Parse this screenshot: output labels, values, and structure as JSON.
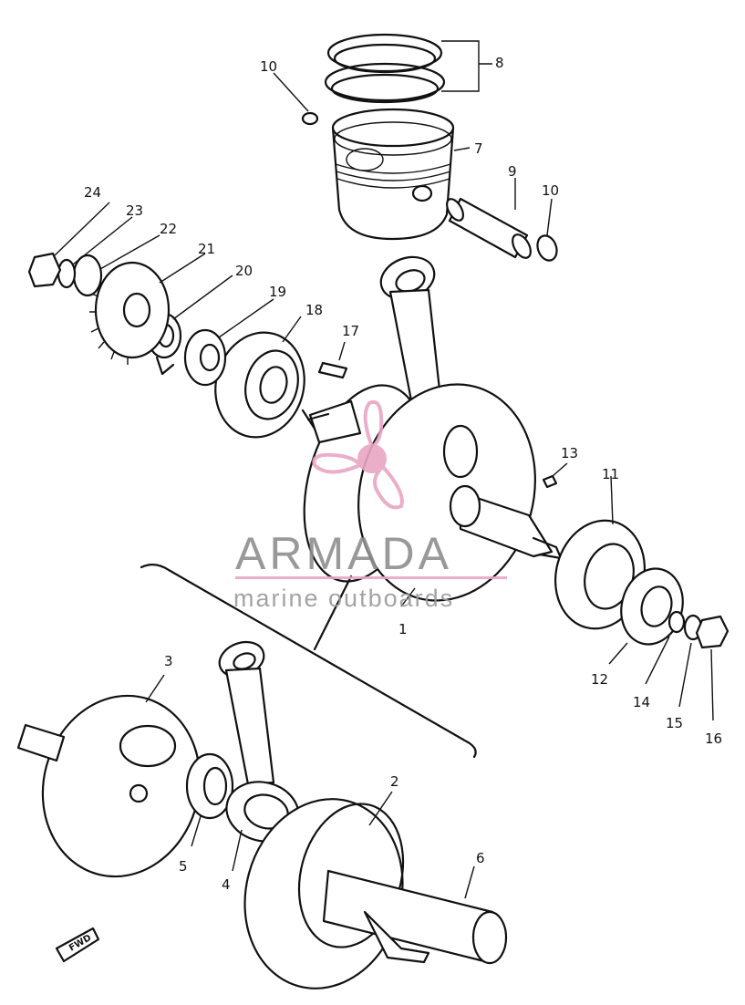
{
  "labels": {
    "p1": "1",
    "p2": "2",
    "p3": "3",
    "p4": "4",
    "p5": "5",
    "p6": "6",
    "p7": "7",
    "p8": "8",
    "p9": "9",
    "p10a": "10",
    "p10b": "10",
    "p11": "11",
    "p12": "12",
    "p13": "13",
    "p14": "14",
    "p15": "15",
    "p16": "16",
    "p17": "17",
    "p18": "18",
    "p19": "19",
    "p20": "20",
    "p21": "21",
    "p22": "22",
    "p23": "23",
    "p24": "24"
  },
  "watermark": {
    "brand": "ARMADA",
    "tagline": "marine outboards",
    "accent_color": "#e8a6c4",
    "text_color": "#8e8e8e"
  },
  "fwd_label": "FWD"
}
